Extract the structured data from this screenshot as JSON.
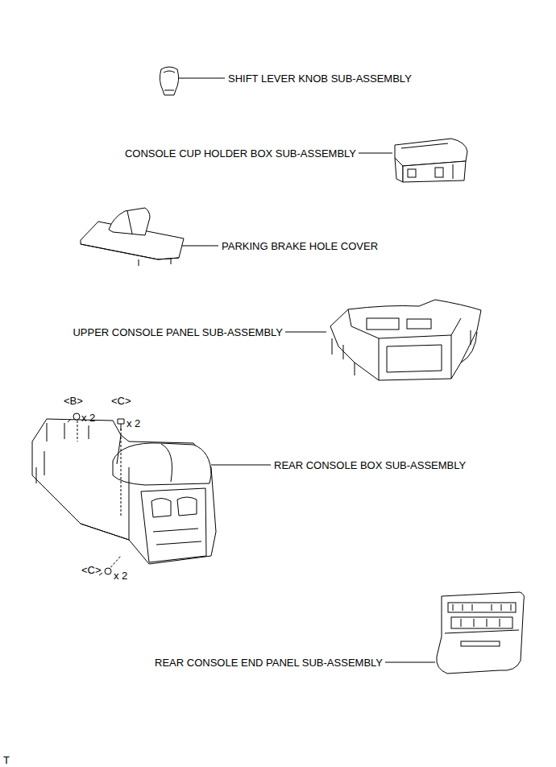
{
  "diagram": {
    "labels": [
      "SHIFT LEVER KNOB SUB-ASSEMBLY",
      "CONSOLE CUP HOLDER BOX SUB-ASSEMBLY",
      "PARKING BRAKE HOLE COVER",
      "UPPER CONSOLE PANEL SUB-ASSEMBLY",
      "<B>",
      "x 2",
      "<C>",
      "x 2",
      "REAR CONSOLE BOX SUB-ASSEMBLY",
      "<C>",
      "x 2",
      "REAR CONSOLE END PANEL SUB-ASSEMBLY",
      "T"
    ]
  }
}
